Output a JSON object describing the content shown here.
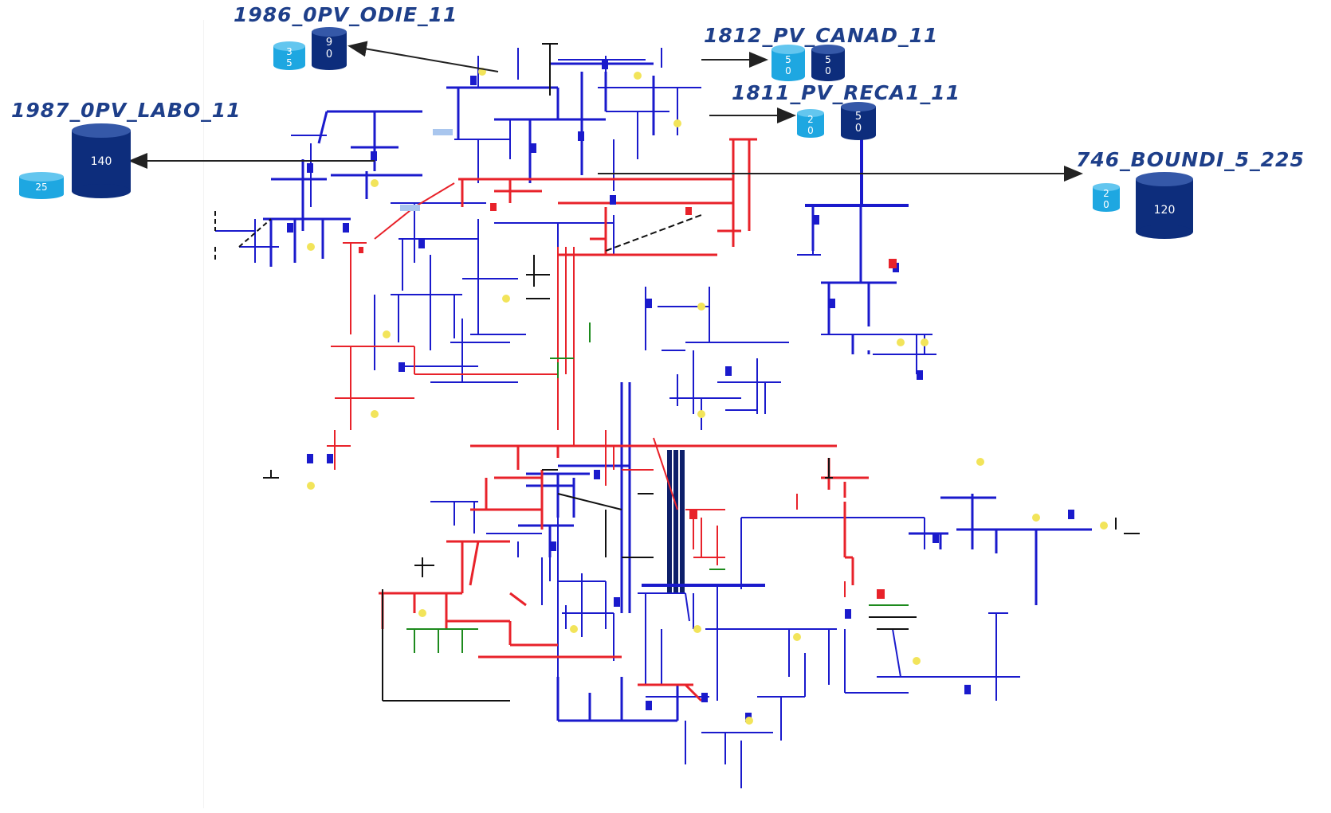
{
  "colors": {
    "label": "#1e3f8a",
    "cylinder_light": "#1ea7e1",
    "cylinder_dark": "#0d2d7c",
    "line_blue": "#1a1acc",
    "line_red": "#e8222a",
    "line_black": "#111111",
    "line_green": "#1d8a1d",
    "node_yellow": "#f2e45a"
  },
  "sites": [
    {
      "id": "odie",
      "label": "1986_0PV_ODIE_11",
      "light_value": "3\n5",
      "dark_value": "9\n0"
    },
    {
      "id": "canad",
      "label": "1812_PV_CANAD_11",
      "light_value": "5\n0",
      "dark_value": "5\n0"
    },
    {
      "id": "reca1",
      "label": "1811_PV_RECA1_11",
      "light_value": "2\n0",
      "dark_value": "5\n0"
    },
    {
      "id": "labo",
      "label": "1987_0PV_LABO_11",
      "light_value": "25",
      "dark_value": "140"
    },
    {
      "id": "boundi",
      "label": "746_BOUNDI_5_225",
      "light_value": "2\n0",
      "dark_value": "120"
    }
  ]
}
